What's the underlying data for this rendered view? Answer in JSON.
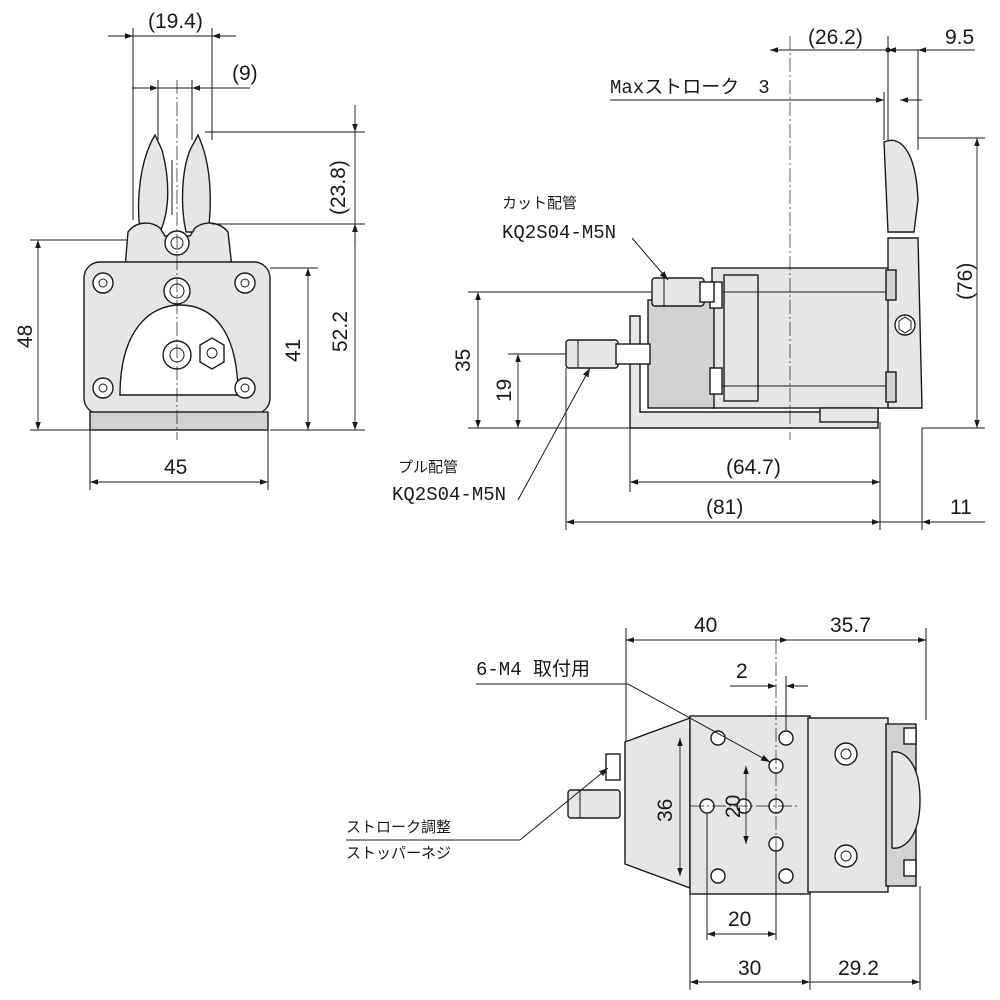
{
  "dimensions": {
    "front_width_top": "(19.4)",
    "front_jaw_gap": "(9)",
    "front_jaw_height": "(23.8)",
    "front_height": "48",
    "front_height_41": "41",
    "front_height_52": "52.2",
    "front_width": "45",
    "side_top_offset": "(26.2)",
    "side_top_right": "9.5",
    "side_height": "(76)",
    "side_port_height": "35",
    "side_pull_height": "19",
    "side_length_body": "(64.7)",
    "side_length_total": "(81)",
    "side_overhang": "11",
    "bottom_width_40": "40",
    "bottom_width_35": "35.7",
    "bottom_hole_offset": "2",
    "bottom_height_36": "36",
    "bottom_height_20": "20",
    "bottom_width_20": "20",
    "bottom_width_30": "30",
    "bottom_width_29": "29.2"
  },
  "labels": {
    "max_stroke": "Maxストローク　3",
    "cut_port_title": "カット配管",
    "cut_port_part": "KQ2S04-M5N",
    "pull_port_title": "プル配管",
    "pull_port_part": "KQ2S04-M5N",
    "mount_holes": "6-M4 取付用",
    "stroke_adjust_1": "ストローク調整",
    "stroke_adjust_2": "ストッパーネジ"
  }
}
